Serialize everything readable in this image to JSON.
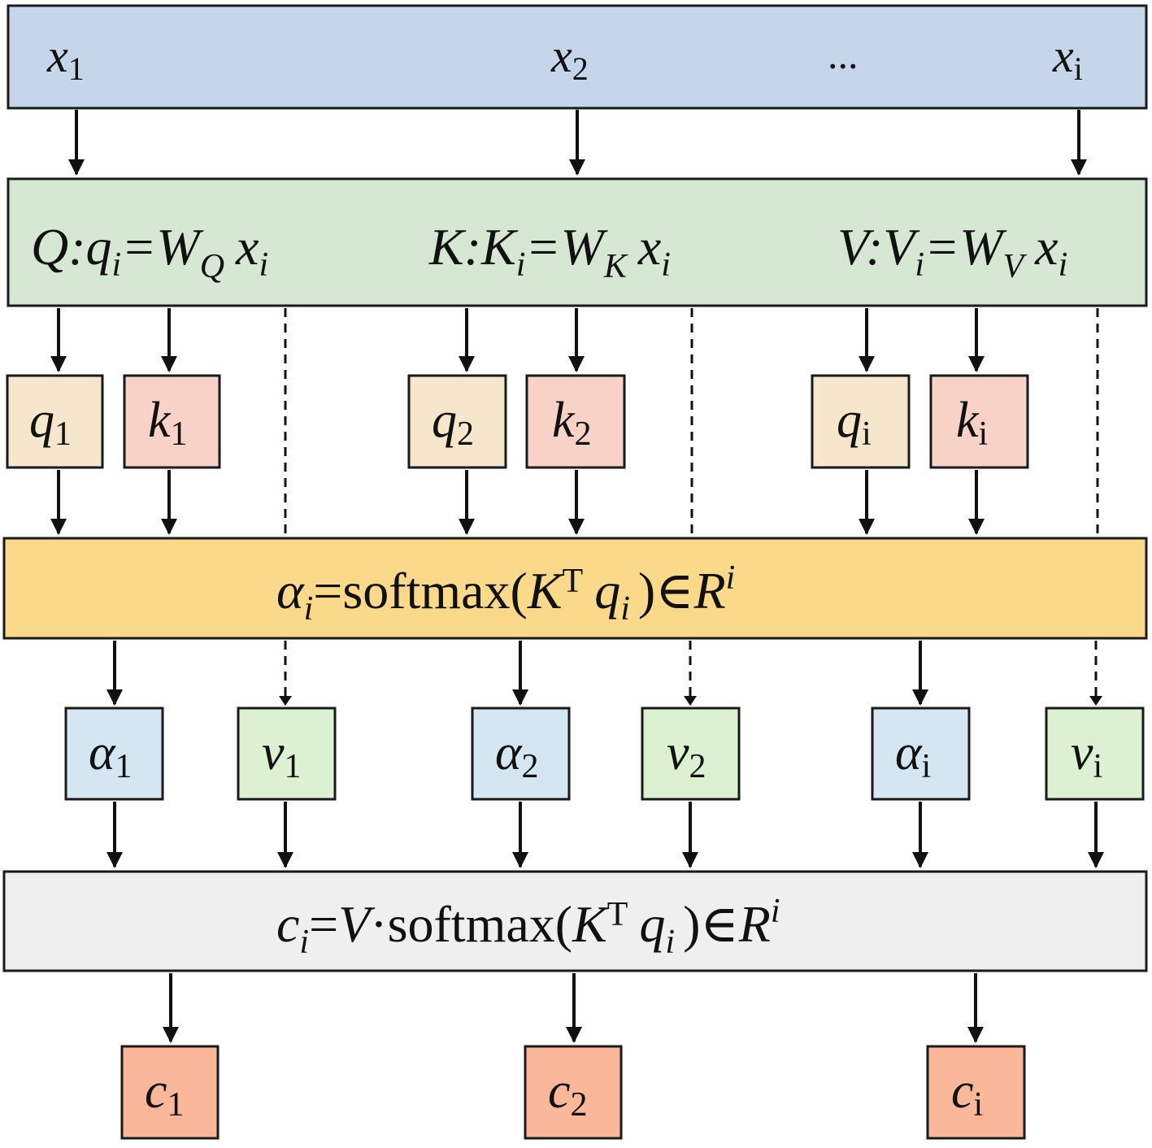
{
  "colors": {
    "input_bar": "#c5d5ea",
    "projection_bar": "#d6e8d4",
    "attention_bar": "#fbd98a",
    "context_bar": "#efefef",
    "q_box": "#f6e6cc",
    "k_box": "#f9d2c7",
    "alpha_box": "#d5e6f3",
    "v_box": "#dcf1d1",
    "c_box": "#fbb79a",
    "stroke": "#1a1a1a"
  },
  "inputs": [
    {
      "base": "x",
      "sub": "1"
    },
    {
      "base": "x",
      "sub": "2"
    },
    {
      "base": "...",
      "sub": ""
    },
    {
      "base": "x",
      "sub": "i"
    }
  ],
  "projections": [
    {
      "name": "Q",
      "lhs": "q",
      "lhs_sub": "i",
      "w_sub": "Q"
    },
    {
      "name": "K",
      "lhs": "K",
      "lhs_sub": "i",
      "w_sub": "K"
    },
    {
      "name": "V",
      "lhs": "V",
      "lhs_sub": "i",
      "w_sub": "V"
    }
  ],
  "projection_symbols": {
    "colon": ":",
    "equals": "=",
    "weight": "W",
    "input": "x",
    "input_sub": "i"
  },
  "qk_boxes": [
    {
      "base": "q",
      "sub": "1"
    },
    {
      "base": "k",
      "sub": "1"
    },
    {
      "base": "q",
      "sub": "2"
    },
    {
      "base": "k",
      "sub": "2"
    },
    {
      "base": "q",
      "sub": "i"
    },
    {
      "base": "k",
      "sub": "i"
    }
  ],
  "attention": {
    "alpha": "α",
    "alpha_sub": "i",
    "eq": "=",
    "func": "softmax(",
    "K": "K",
    "T": "T",
    "q": "q",
    "q_sub": "i",
    "close": ")",
    "in": "∈",
    "R": "R",
    "R_sup": "i"
  },
  "av_boxes": [
    {
      "base": "α",
      "sub": "1"
    },
    {
      "base": "v",
      "sub": "1"
    },
    {
      "base": "α",
      "sub": "2"
    },
    {
      "base": "v",
      "sub": "2"
    },
    {
      "base": "α",
      "sub": "i"
    },
    {
      "base": "v",
      "sub": "i"
    }
  ],
  "context": {
    "c": "c",
    "c_sub": "i",
    "eq": "=",
    "V": "V",
    "dot": "·",
    "func": "softmax(",
    "K": "K",
    "T": "T",
    "q": "q",
    "q_sub": "i",
    "close": ")",
    "in": "∈",
    "R": "R",
    "R_sup": "i"
  },
  "outputs": [
    {
      "base": "c",
      "sub": "1"
    },
    {
      "base": "c",
      "sub": "2"
    },
    {
      "base": "c",
      "sub": "i"
    }
  ]
}
